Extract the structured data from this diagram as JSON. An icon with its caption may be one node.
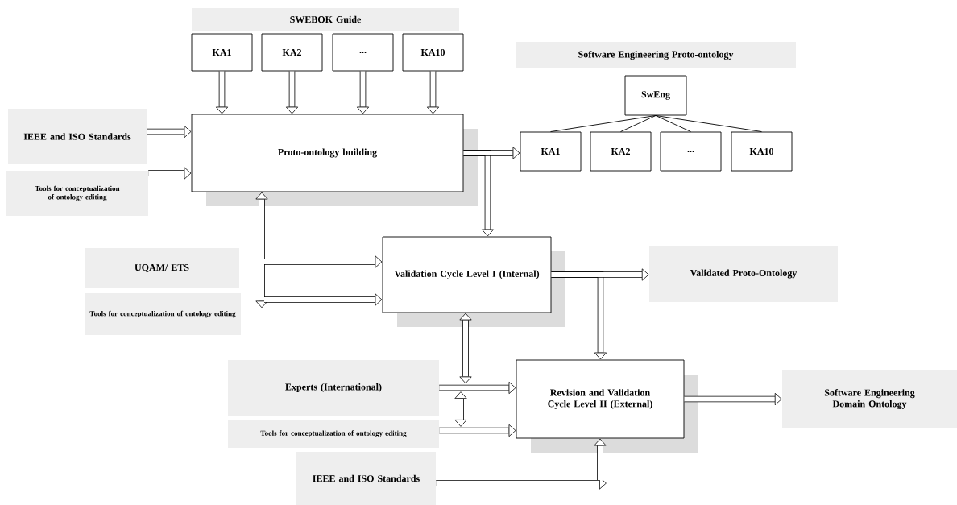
{
  "diagram": {
    "nodes": [
      {
        "text": [
          "SWEBOK Guide"
        ]
      },
      {
        "text": [
          "KA1"
        ]
      },
      {
        "text": [
          "KA2"
        ]
      },
      {
        "text": [
          "..."
        ]
      },
      {
        "text": [
          "KA10"
        ]
      },
      {
        "text": [
          "IEEE and ISO Standards"
        ]
      },
      {
        "text": [
          "Tools for conceptualization of ontology editing"
        ]
      },
      {
        "text": [
          "Proto-ontology building"
        ]
      },
      {
        "text": [
          "Software Engineering Proto-ontology"
        ]
      },
      {
        "text": [
          "SwEng"
        ]
      },
      {
        "text": [
          "KA1"
        ]
      },
      {
        "text": [
          "KA2"
        ]
      },
      {
        "text": [
          "..."
        ]
      },
      {
        "text": [
          "KA10"
        ]
      },
      {
        "text": [
          "UQAM/ ETS"
        ]
      },
      {
        "text": [
          "Tools for conceptualization of ontology editing"
        ]
      },
      {
        "text": [
          "Validation Cycle Level I (Internal)"
        ]
      },
      {
        "text": [
          "Validated Proto-Ontology"
        ]
      },
      {
        "text": [
          "Experts (International)"
        ]
      },
      {
        "text": [
          "Tools for conceptualization of ontology editing"
        ]
      },
      {
        "text": [
          "Revision and Validation Cycle Level II (External)"
        ]
      },
      {
        "text": [
          "Software Engineering Domain Ontology"
        ]
      },
      {
        "text": [
          "IEEE and ISO Standards"
        ]
      }
    ],
    "edges": [
      {
        "from": 1,
        "to": 7,
        "arrow": "to"
      },
      {
        "from": 2,
        "to": 7,
        "arrow": "to"
      },
      {
        "from": 3,
        "to": 7,
        "arrow": "to"
      },
      {
        "from": 4,
        "to": 7,
        "arrow": "to"
      },
      {
        "from": 5,
        "to": 7,
        "arrow": "to"
      },
      {
        "from": 6,
        "to": 7,
        "arrow": "to"
      },
      {
        "from": 7,
        "to": 10,
        "arrow": "to"
      },
      {
        "from": 9,
        "to": 10,
        "arrow": "none"
      },
      {
        "from": 9,
        "to": 11,
        "arrow": "none"
      },
      {
        "from": 9,
        "to": 12,
        "arrow": "none"
      },
      {
        "from": 9,
        "to": 13,
        "arrow": "none"
      },
      {
        "from": 7,
        "to": 16,
        "arrow": "to"
      },
      {
        "from": 7,
        "to": null,
        "arrow": "both"
      },
      {
        "from": null,
        "to": 16,
        "arrow": "to"
      },
      {
        "from": null,
        "to": 16,
        "arrow": "to"
      },
      {
        "from": 16,
        "to": 17,
        "arrow": "to"
      },
      {
        "from": 16,
        "to": 20,
        "arrow": "to"
      },
      {
        "from": 16,
        "to": null,
        "arrow": "both"
      },
      {
        "from": 18,
        "to": 20,
        "arrow": "to"
      },
      {
        "from": 19,
        "to": 20,
        "arrow": "to"
      },
      {
        "from": 22,
        "to": 20,
        "arrow": "to"
      },
      {
        "from": 20,
        "to": 21,
        "arrow": "to"
      }
    ]
  }
}
